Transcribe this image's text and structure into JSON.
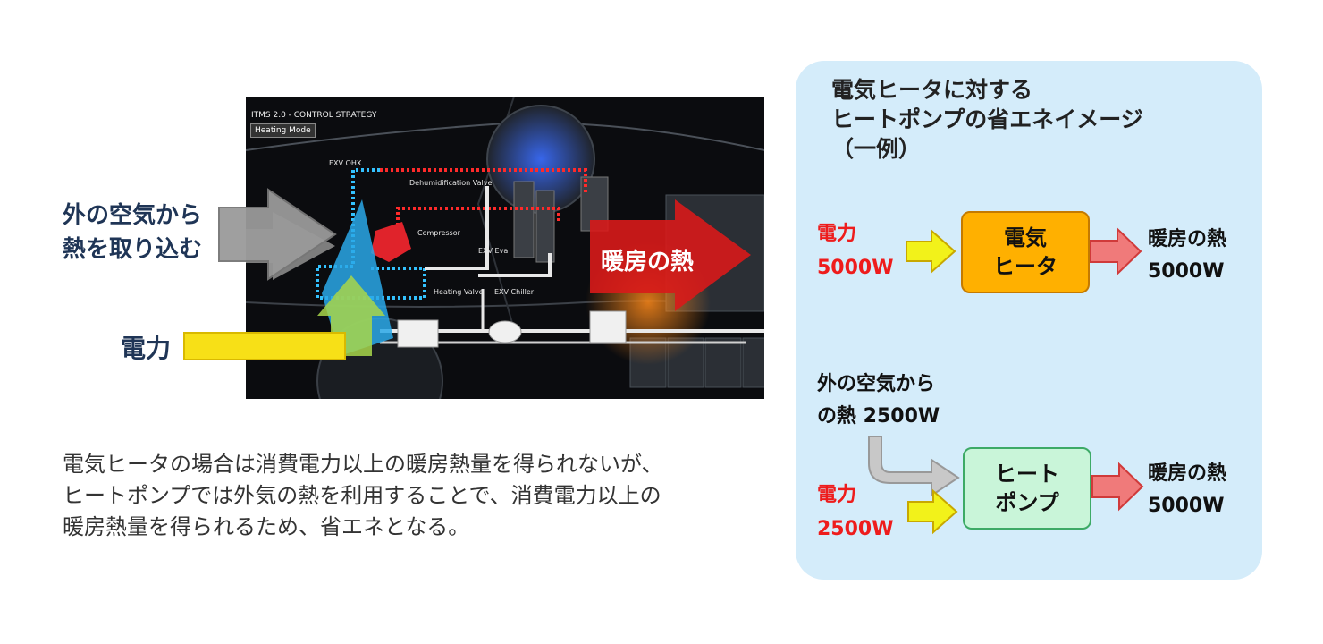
{
  "illustration": {
    "title": "ITMS 2.0 - CONTROL STRATEGY",
    "mode": "Heating Mode",
    "components": {
      "exv_ohx": "EXV OHX",
      "dehumidification_valve": "Dehumidification Valve",
      "compressor": "Compressor",
      "exv_eva": "EXV Eva",
      "heating_valve": "Heating Valve",
      "exv_chiller": "EXV Chiller"
    },
    "outside_air_line1": "外の空気から",
    "outside_air_line2": "熱を取り込む",
    "power": "電力",
    "heating_heat": "暖房の熱"
  },
  "explanation": {
    "line1": "電気ヒータの場合は消費電力以上の暖房熱量を得られないが、",
    "line2": "ヒートポンプでは外気の熱を利用することで、消費電力以上の",
    "line3": "暖房熱量を得られるため、省エネとなる。"
  },
  "panel": {
    "title_line1": "電気ヒータに対する",
    "title_line2": "ヒートポンプの省エネイメージ",
    "title_line3": "（一例）",
    "heater": {
      "power_label": "電力",
      "power_value": "5000W",
      "box_line1": "電気",
      "box_line2": "ヒータ",
      "output_label": "暖房の熱",
      "output_value": "5000W"
    },
    "heatpump": {
      "air_line1": "外の空気から",
      "air_line2": "の熱 2500W",
      "power_label": "電力",
      "power_value": "2500W",
      "box_line1": "ヒート",
      "box_line2": "ポンプ",
      "output_label": "暖房の熱",
      "output_value": "5000W"
    }
  },
  "colors": {
    "navy": "#1f3556",
    "red_text": "#ee1c1c",
    "panel_bg": "#d4ecfa",
    "heater_box": "#ffb000",
    "heatpump_box": "#c9f5d9"
  }
}
